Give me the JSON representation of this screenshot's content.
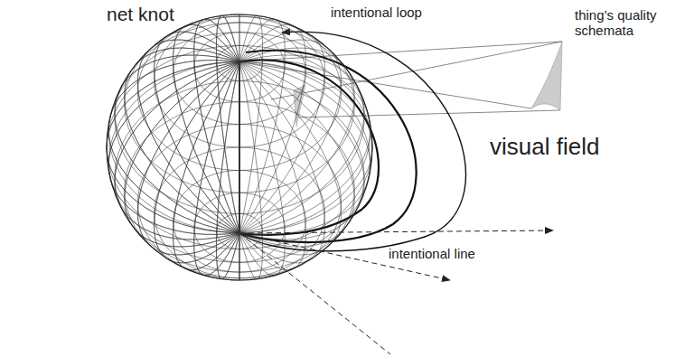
{
  "diagram": {
    "nodes": [
      {
        "text": [
          "net knot"
        ]
      },
      {
        "text": [
          "visual field"
        ]
      }
    ],
    "labels": [
      "intentional loop",
      "thing’s quality schemata",
      "intentional line"
    ]
  }
}
